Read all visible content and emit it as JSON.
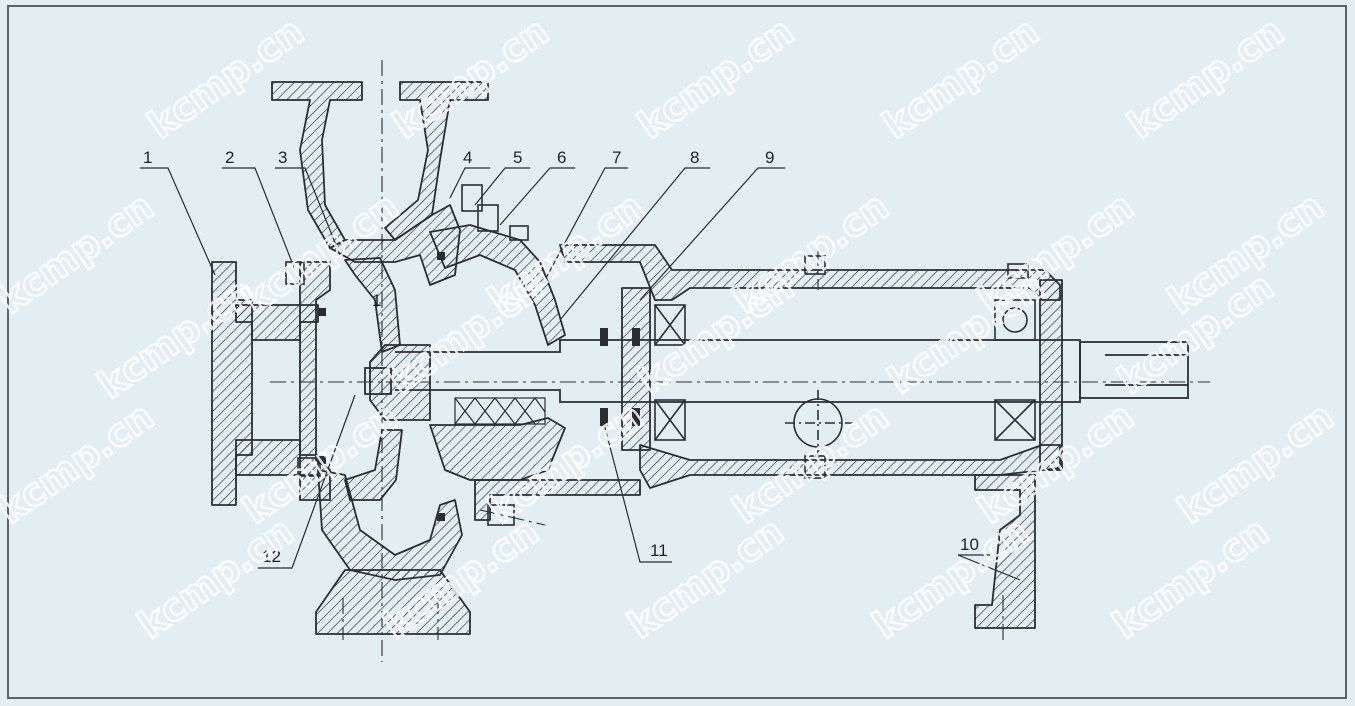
{
  "drawing": {
    "callouts": [
      "1",
      "2",
      "3",
      "4",
      "5",
      "6",
      "7",
      "8",
      "9",
      "10",
      "11",
      "12"
    ],
    "impeller_mark": "1"
  },
  "watermark": {
    "text": "kcmp.cn"
  },
  "colors": {
    "paper": "#e3eef2",
    "line": "#2a2e33",
    "watermark": "#ffffff"
  }
}
